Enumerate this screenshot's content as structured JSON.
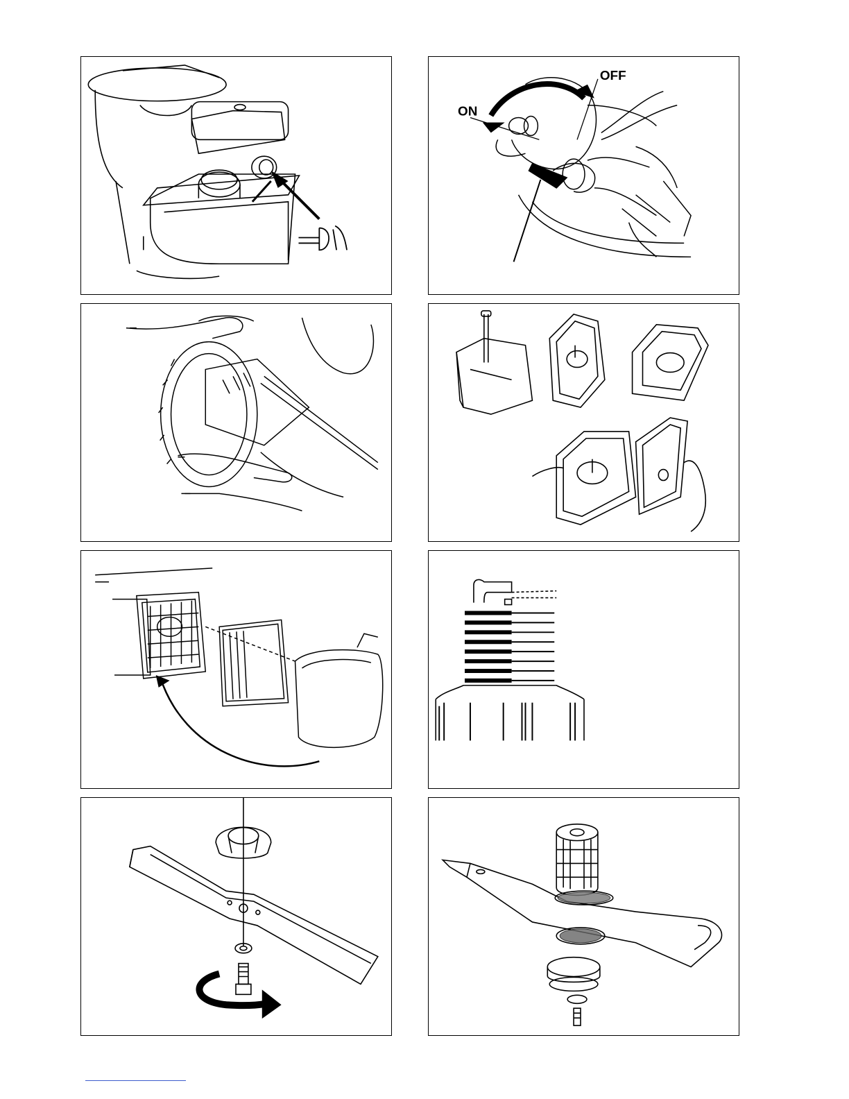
{
  "page": {
    "figures": [
      {
        "id": "fuel-tank-drain"
      },
      {
        "id": "fuel-valve",
        "labels": {
          "on": "ON",
          "off": "OFF"
        }
      },
      {
        "id": "tire-hand-tool"
      },
      {
        "id": "air-filter-foam"
      },
      {
        "id": "air-filter-paper"
      },
      {
        "id": "spark-plug"
      },
      {
        "id": "blade-bolt"
      },
      {
        "id": "blade-adapter"
      }
    ]
  },
  "colors": {
    "line": "#000000",
    "link": "#3b5bcc"
  }
}
